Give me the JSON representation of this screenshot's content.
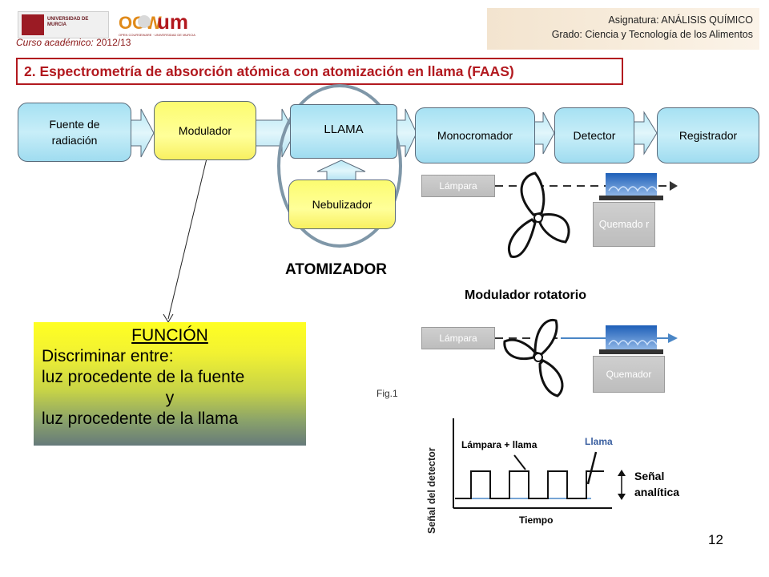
{
  "header": {
    "university_logo_text": "UNIVERSIDAD DE MURCIA",
    "ocw_logo_text": "OCW",
    "um_logo_text": "um",
    "ocw_sub_text": "OPEN COURSEWARE · UNIVERSIDAD DE MURCIA",
    "course_label": "Curso académico:",
    "course_year": "2012/13",
    "subject_line": "Asignatura: ANÁLISIS QUÍMICO",
    "degree_line": "Grado: Ciencia y Tecnología de los Alimentos"
  },
  "title": "2. Espectrometría de absorción atómica con atomización en llama (FAAS)",
  "diagram": {
    "source": "Fuente de radiación",
    "modulator": "Modulador",
    "flame": "LLAMA",
    "nebulizer": "Nebulizador",
    "monochromator": "Monocromador",
    "detector": "Detector",
    "recorder": "Registrador",
    "atomizer_label": "ATOMIZADOR",
    "lamp_top": "Lámpara",
    "burner_top": "Quemado r",
    "rotary_label": "Modulador rotatorio",
    "lamp_bottom": "Lámpara",
    "burner_bottom": "Quemador"
  },
  "function_box": {
    "heading": "FUNCIÓN",
    "line1": "Discriminar entre:",
    "line2": "luz procedente de la fuente",
    "line3": "y",
    "line4": "luz procedente de la llama"
  },
  "figure": {
    "fig_label": "Fig.1",
    "y_label": "Señal del detector",
    "x_label": "Tiempo",
    "lamp_flame_label": "Lámpara + llama",
    "flame_label": "Llama",
    "analytic_label_1": "Señal",
    "analytic_label_2": "analítica"
  },
  "page_number": "12",
  "colors": {
    "accent_red": "#b2191f",
    "block_blue": "#a6e1f3",
    "block_yellow": "#ffff99",
    "ellipse": "#7f97a8"
  }
}
